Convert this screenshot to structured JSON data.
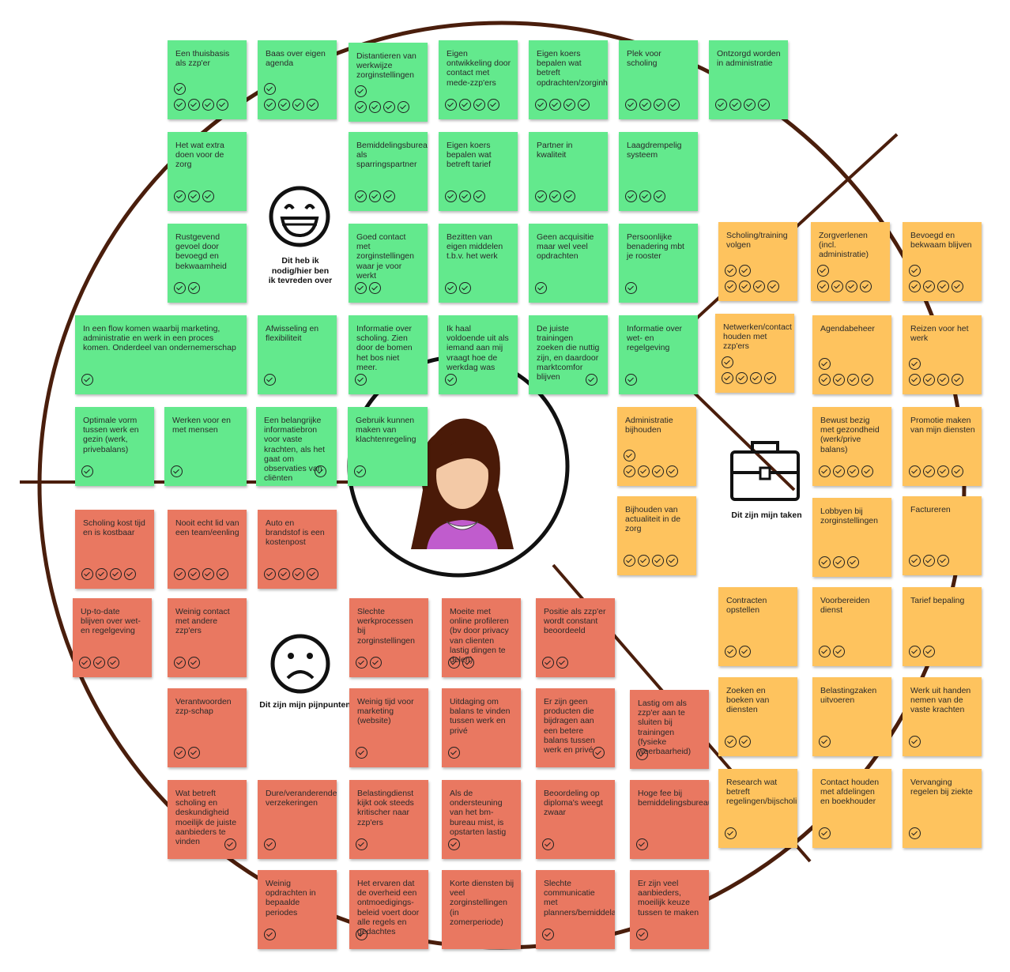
{
  "labels": {
    "happy": "Dit heb ik\nnodig/hier ben\nik tevreden over",
    "sad": "Dit zijn mijn pijnpunten",
    "tasks": "Dit zijn mijn taken"
  },
  "icons": [
    "happy-face-icon",
    "sad-face-icon",
    "briefcase-icon",
    "person-avatar-icon",
    "check-icon"
  ],
  "colors": {
    "green": "#63e98d",
    "orange": "#fec35e",
    "red": "#e97861",
    "circle": "#4a1e0c"
  },
  "notes": {
    "gains": [
      {
        "text": "Een thuisbasis als zzp'er",
        "checks": 5
      },
      {
        "text": "Baas over eigen agenda",
        "checks": 5
      },
      {
        "text": "Distantieren van werkwijze zorginstellingen",
        "checks": 5
      },
      {
        "text": "Eigen ontwikkeling door contact met mede-zzp'ers",
        "checks": 4
      },
      {
        "text": "Eigen koers bepalen wat betreft opdrachten/zorginhoudelijk",
        "checks": 4
      },
      {
        "text": "Plek voor scholing",
        "checks": 4
      },
      {
        "text": "Ontzorgd worden in administratie",
        "checks": 4
      },
      {
        "text": "Het wat extra doen voor de zorg",
        "checks": 3
      },
      {
        "text": "Bemiddelingsbureau als sparringspartner",
        "checks": 3
      },
      {
        "text": "Eigen koers bepalen wat betreft tarief",
        "checks": 3
      },
      {
        "text": "Partner in kwaliteit",
        "checks": 3
      },
      {
        "text": "Laagdrempelig systeem",
        "checks": 3
      },
      {
        "text": "Rustgevend gevoel door bevoegd en bekwaamheid",
        "checks": 2
      },
      {
        "text": "Goed contact met zorginstellingen waar je voor werkt",
        "checks": 2
      },
      {
        "text": "Bezitten van eigen middelen t.b.v. het werk",
        "checks": 2
      },
      {
        "text": "Geen acquisitie maar wel veel opdrachten",
        "checks": 1
      },
      {
        "text": "Persoonlijke benadering mbt je rooster",
        "checks": 1
      },
      {
        "text": "In een flow komen waarbij marketing, administratie en werk in een proces komen. Onderdeel van ondernemerschap",
        "checks": 1
      },
      {
        "text": "Afwisseling en flexibiliteit",
        "checks": 1
      },
      {
        "text": "Informatie over scholing. Zien door de bomen het bos niet meer.",
        "checks": 1
      },
      {
        "text": "Ik haal voldoende uit als iemand aan mij vraagt hoe de werkdag was",
        "checks": 1
      },
      {
        "text": "De juiste trainingen zoeken die nuttig zijn, en daardoor marktcomfor blijven",
        "checks": 1
      },
      {
        "text": "Informatie over wet- en regelgeving",
        "checks": 1
      },
      {
        "text": "Optimale vorm tussen werk en gezin (werk, privebalans)",
        "checks": 1
      },
      {
        "text": "Werken voor en met mensen",
        "checks": 1
      },
      {
        "text": "Een belangrijke informatiebron voor vaste krachten, als het gaat om observaties van cliënten",
        "checks": 1
      },
      {
        "text": "Gebruik kunnen maken van klachtenregeling",
        "checks": 1
      }
    ],
    "tasks": [
      {
        "text": "Scholing/training volgen",
        "checks": 6
      },
      {
        "text": "Zorgverlenen (incl. administratie)",
        "checks": 5
      },
      {
        "text": "Bevoegd en bekwaam blijven",
        "checks": 5
      },
      {
        "text": "Netwerken/contact houden met zzp'ers",
        "checks": 5
      },
      {
        "text": "Agendabeheer",
        "checks": 5
      },
      {
        "text": "Reizen voor het werk",
        "checks": 5
      },
      {
        "text": "Administratie bijhouden",
        "checks": 5
      },
      {
        "text": "Bewust bezig met gezondheid (werk/prive balans)",
        "checks": 4
      },
      {
        "text": "Promotie maken van mijn diensten",
        "checks": 4
      },
      {
        "text": "Bijhouden van actualiteit in de zorg",
        "checks": 4
      },
      {
        "text": "Lobbyen bij zorginstellingen",
        "checks": 3
      },
      {
        "text": "Factureren",
        "checks": 3
      },
      {
        "text": "Contracten opstellen",
        "checks": 2
      },
      {
        "text": "Voorbereiden dienst",
        "checks": 2
      },
      {
        "text": "Tarief bepaling",
        "checks": 2
      },
      {
        "text": "Zoeken en boeken van diensten",
        "checks": 2
      },
      {
        "text": "Belastingzaken uitvoeren",
        "checks": 1
      },
      {
        "text": "Werk uit handen nemen van de vaste krachten",
        "checks": 1
      },
      {
        "text": "Research wat betreft regelingen/bijscholing",
        "checks": 1
      },
      {
        "text": "Contact houden met afdelingen en boekhouder",
        "checks": 1
      },
      {
        "text": "Vervanging regelen bij ziekte",
        "checks": 1
      }
    ],
    "pains": [
      {
        "text": "Scholing kost tijd en is kostbaar",
        "checks": 4
      },
      {
        "text": "Nooit echt lid van een team/eenling",
        "checks": 4
      },
      {
        "text": "Auto en brandstof is een kostenpost",
        "checks": 4
      },
      {
        "text": "Up-to-date blijven over wet- en regelgeving",
        "checks": 3
      },
      {
        "text": "Weinig contact met andere zzp'ers",
        "checks": 2
      },
      {
        "text": "Slechte werkprocessen bij zorginstellingen",
        "checks": 2
      },
      {
        "text": "Moeite met online profileren (bv door privacy van clienten lastig dingen te delen)",
        "checks": 2
      },
      {
        "text": "Positie als zzp'er wordt constant beoordeeld",
        "checks": 2
      },
      {
        "text": "Verantwoorden zzp-schap",
        "checks": 2
      },
      {
        "text": "Weinig tijd voor marketing (website)",
        "checks": 1
      },
      {
        "text": "Uitdaging om balans te vinden tussen werk en privé",
        "checks": 1
      },
      {
        "text": "Er zijn geen producten die bijdragen aan een betere balans tussen werk en privé",
        "checks": 1
      },
      {
        "text": "Lastig om als zzp'er aan te sluiten bij trainingen (fysieke weerbaarheid)",
        "checks": 1
      },
      {
        "text": "Wat betreft scholing en deskundigheid moeilijk de juiste aanbieders te vinden",
        "checks": 1
      },
      {
        "text": "Dure/veranderende verzekeringen",
        "checks": 1
      },
      {
        "text": "Belastingdienst kijkt ook steeds kritischer naar zzp'ers",
        "checks": 1
      },
      {
        "text": "Als de ondersteuning van het bm-bureau mist, is opstarten lastig",
        "checks": 1
      },
      {
        "text": "Beoordeling op diploma's weegt zwaar",
        "checks": 1
      },
      {
        "text": "Hoge fee bij bemiddelingsbureaus",
        "checks": 1
      },
      {
        "text": "Weinig opdrachten in bepaalde periodes",
        "checks": 1
      },
      {
        "text": "Het ervaren dat de overheid een ontmoedigings-beleid voert door alle regels en gedachtes",
        "checks": 1
      },
      {
        "text": "Korte diensten bij veel zorginstellingen (in zomerperiode)",
        "checks": 0
      },
      {
        "text": "Slechte communicatie met planners/bemiddelaars",
        "checks": 1
      },
      {
        "text": "Er zijn veel aanbieders, moeilijk keuze tussen te maken",
        "checks": 1
      }
    ]
  }
}
